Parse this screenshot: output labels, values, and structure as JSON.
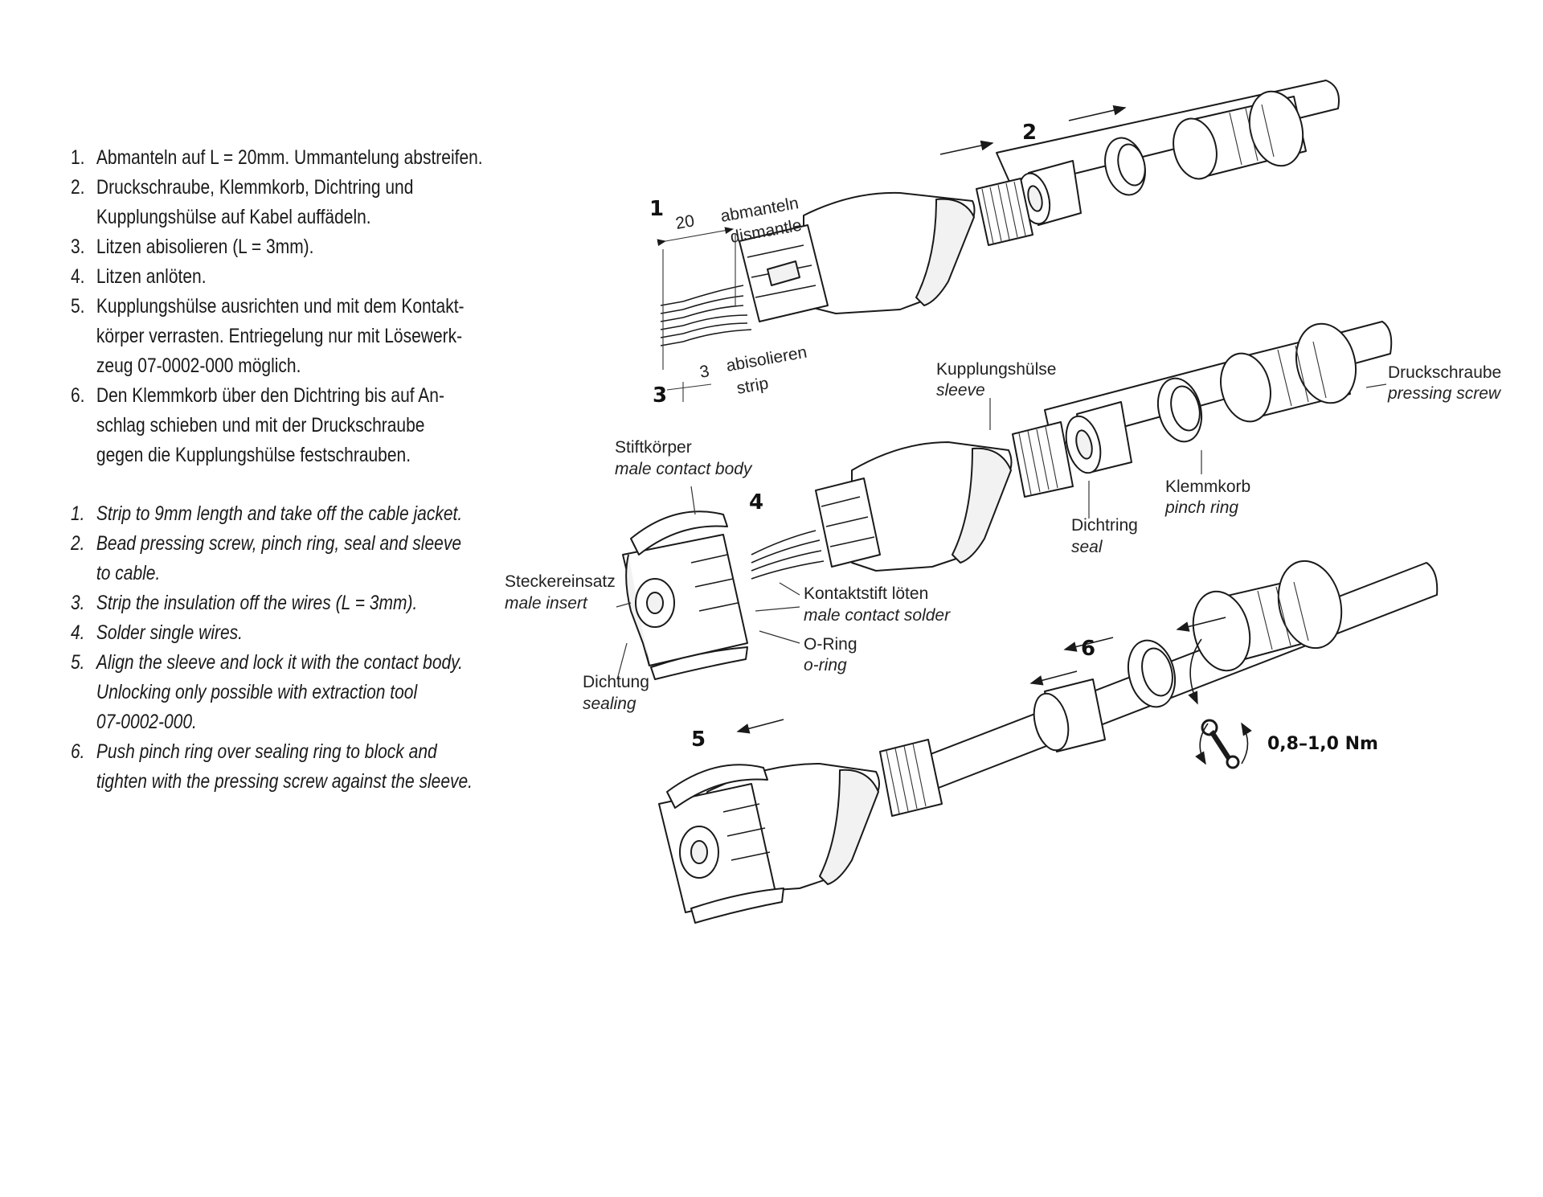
{
  "steps_de": [
    {
      "num": "1.",
      "lines": [
        "Abmanteln auf L = 20mm. Ummantelung abstreifen."
      ]
    },
    {
      "num": "2.",
      "lines": [
        "Druckschraube, Klemmkorb, Dichtring und",
        "Kupplungshülse auf Kabel auffädeln."
      ]
    },
    {
      "num": "3.",
      "lines": [
        "Litzen abisolieren (L = 3mm)."
      ]
    },
    {
      "num": "4.",
      "lines": [
        "Litzen anlöten."
      ]
    },
    {
      "num": "5.",
      "lines": [
        "Kupplungshülse ausrichten und mit dem Kontakt-",
        "körper verrasten. Entriegelung nur mit Lösewerk-",
        "zeug 07-0002-000 möglich."
      ]
    },
    {
      "num": "6.",
      "lines": [
        "Den Klemmkorb über den Dichtring bis auf An-",
        "schlag schieben und mit der Druckschraube",
        "gegen die Kupplungshülse festschrauben."
      ]
    }
  ],
  "steps_en": [
    {
      "num": "1.",
      "lines": [
        "Strip to 9mm length and take off the cable jacket."
      ]
    },
    {
      "num": "2.",
      "lines": [
        "Bead pressing screw, pinch ring, seal and sleeve",
        "to cable."
      ]
    },
    {
      "num": "3.",
      "lines": [
        "Strip the insulation off the wires (L = 3mm)."
      ]
    },
    {
      "num": "4.",
      "lines": [
        "Solder single wires."
      ]
    },
    {
      "num": "5.",
      "lines": [
        "Align the sleeve and lock it with the contact body.",
        "Unlocking only possible with extraction tool",
        "07-0002-000."
      ]
    },
    {
      "num": "6.",
      "lines": [
        "Push pinch ring over sealing ring to block and",
        "tighten with the pressing screw against the sleeve."
      ]
    }
  ],
  "step_markers": {
    "s1": "1",
    "s2": "2",
    "s3": "3",
    "s4": "4",
    "s5": "5",
    "s6": "6"
  },
  "dimensions": {
    "strip_length": "20",
    "strip_de": "abmanteln",
    "strip_en": "dismantle",
    "insulation_length": "3",
    "insulation_de": "abisolieren",
    "insulation_en": "strip"
  },
  "labels": {
    "sleeve": {
      "de": "Kupplungshülse",
      "en": "sleeve"
    },
    "pressing_screw": {
      "de": "Druckschraube",
      "en": "pressing screw"
    },
    "male_contact_body": {
      "de": "Stiftkörper",
      "en": "male contact body"
    },
    "pinch_ring": {
      "de": "Klemmkorb",
      "en": "pinch ring"
    },
    "seal": {
      "de": "Dichtring",
      "en": "seal"
    },
    "male_insert": {
      "de": "Steckereinsatz",
      "en": "male insert"
    },
    "contact_solder": {
      "de": "Kontaktstift löten",
      "en": "male contact solder"
    },
    "o_ring": {
      "de": "O-Ring",
      "en": "o-ring"
    },
    "sealing": {
      "de": "Dichtung",
      "en": "sealing"
    }
  },
  "torque": "0,8–1,0 Nm",
  "icons": [
    "wrench-torque-icon",
    "direction-arrow-icon"
  ]
}
